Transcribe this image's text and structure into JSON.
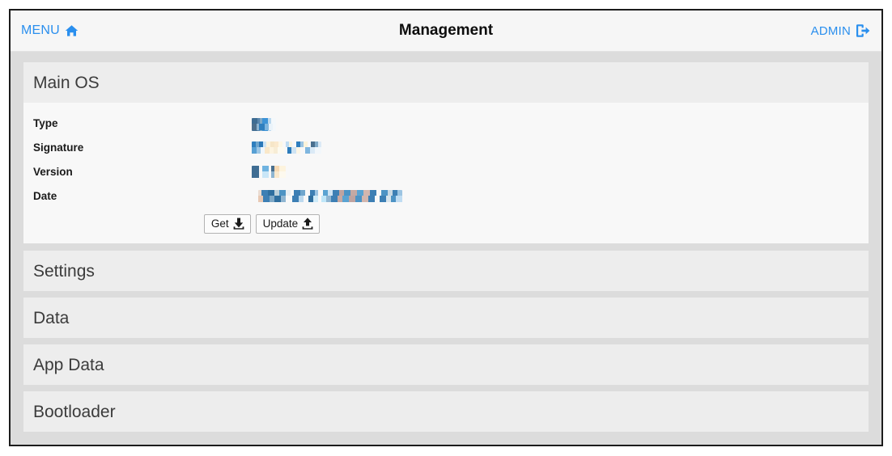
{
  "navbar": {
    "menu_label": "MENU",
    "menu_icon": "home-icon",
    "title": "Management",
    "admin_label": "ADMIN",
    "admin_icon": "logout-icon",
    "link_color": "#2a8fee",
    "background": "#f6f6f6"
  },
  "panels": [
    {
      "id": "main-os",
      "title": "Main OS",
      "expanded": true,
      "fields": [
        {
          "label": "Type",
          "value": "",
          "redacted": true
        },
        {
          "label": "Signature",
          "value": "",
          "redacted": true
        },
        {
          "label": "Version",
          "value": "",
          "redacted": true
        },
        {
          "label": "Date",
          "value": "",
          "redacted": true
        }
      ],
      "buttons": [
        {
          "label": "Get",
          "icon": "download-icon"
        },
        {
          "label": "Update",
          "icon": "upload-icon"
        }
      ]
    },
    {
      "id": "settings",
      "title": "Settings",
      "expanded": false
    },
    {
      "id": "data",
      "title": "Data",
      "expanded": false
    },
    {
      "id": "app-data",
      "title": "App Data",
      "expanded": false
    },
    {
      "id": "bootloader",
      "title": "Bootloader",
      "expanded": false
    }
  ],
  "colors": {
    "page_background": "#dcdcdc",
    "panel_header": "#ededed",
    "panel_body": "#f8f8f8",
    "frame_border": "#1c1c1c",
    "heading_text": "#3b3b3b"
  }
}
